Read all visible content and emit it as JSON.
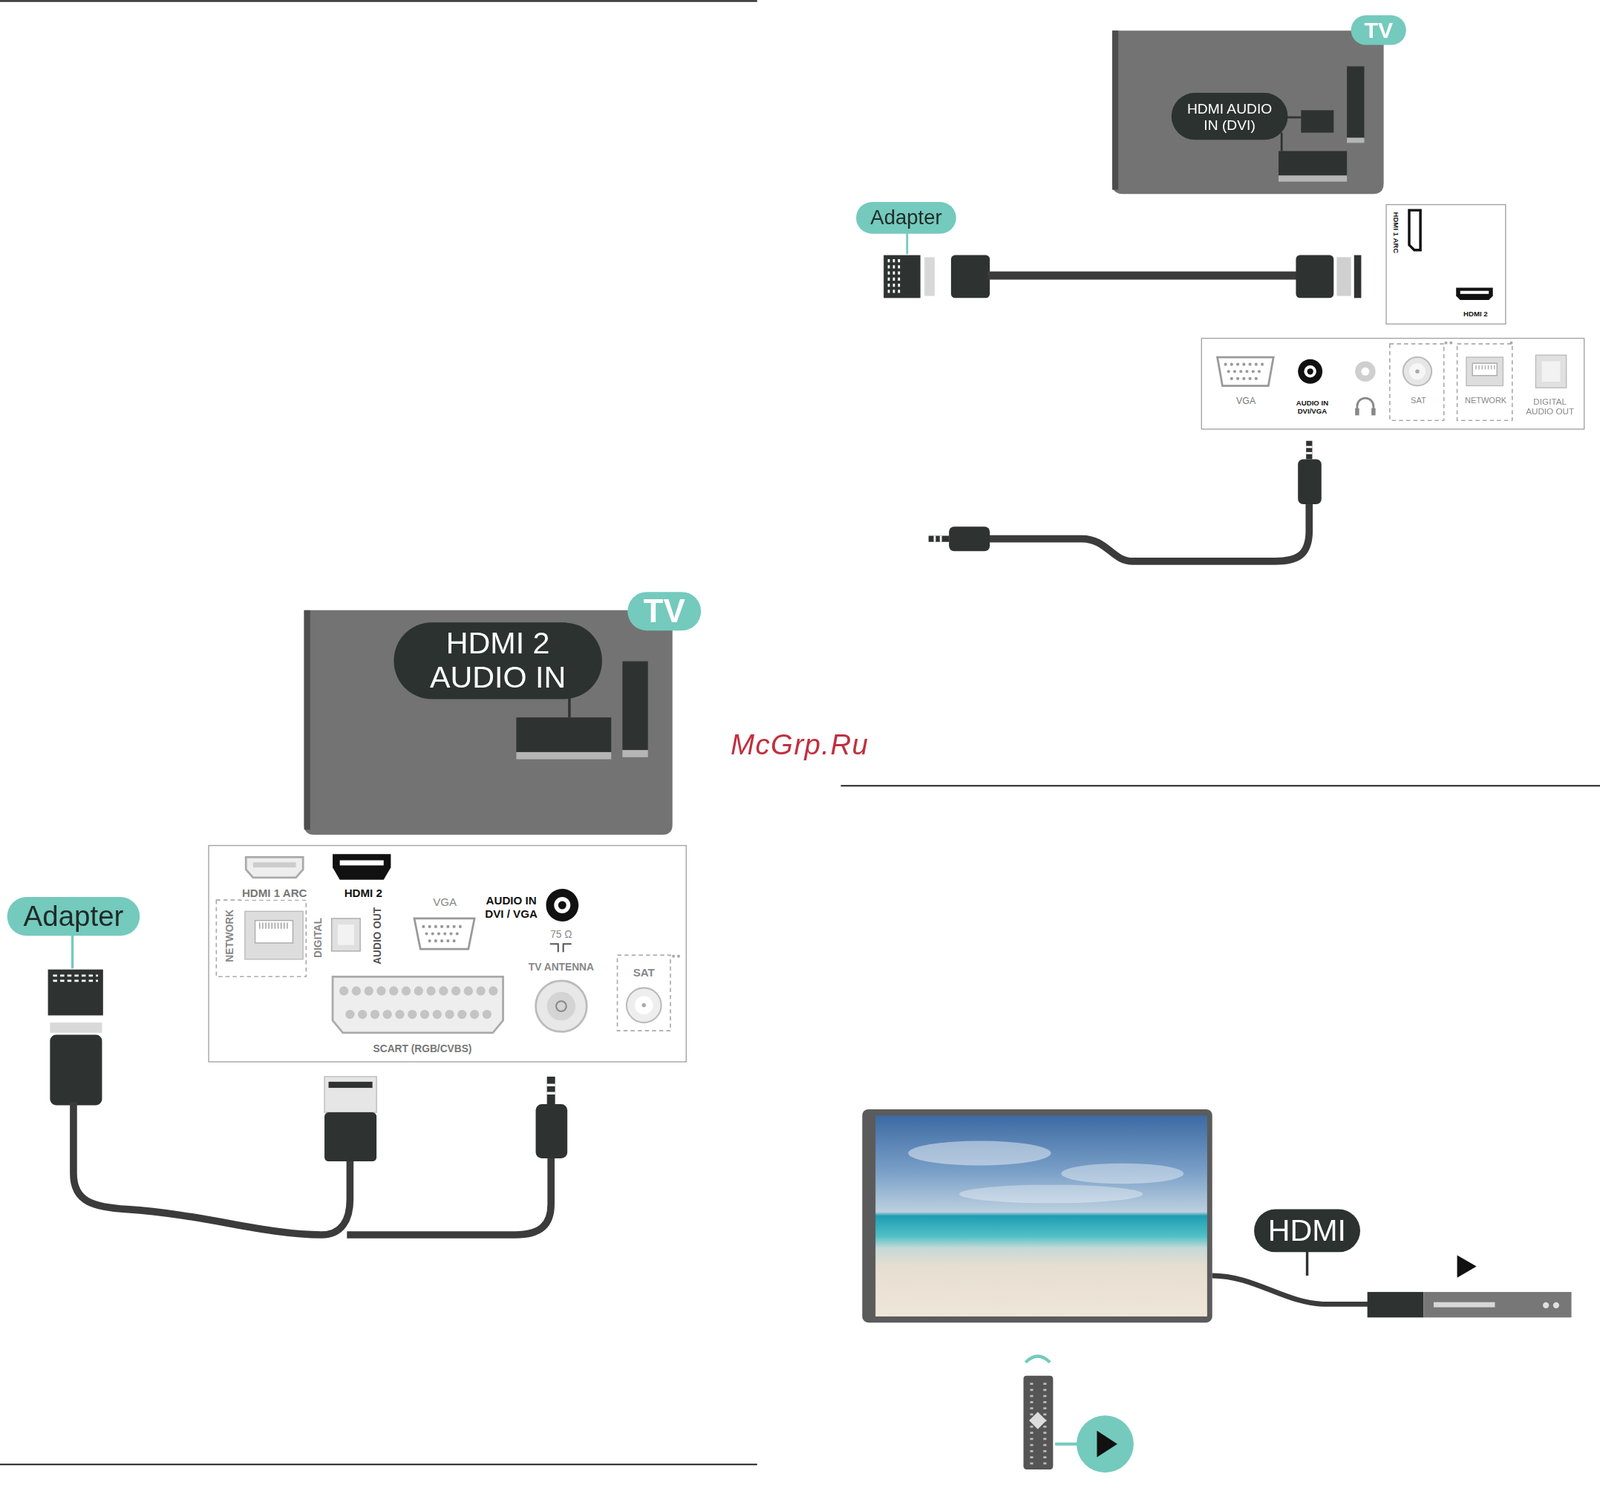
{
  "diagram": {
    "nodes": [
      {
        "text": [
          "TV"
        ]
      },
      {
        "text": [
          "HDMI AUDIO IN (DVI)"
        ]
      },
      {
        "text": [
          "Adapter"
        ]
      },
      {
        "text": [
          "HDMI 1 ARC",
          "HDMI 2"
        ]
      },
      {
        "text": [
          "VGA",
          "AUDIO IN DVI/VGA",
          "SAT",
          "NETWORK",
          "DIGITAL AUDIO OUT"
        ]
      },
      {
        "text": [
          "TV"
        ]
      },
      {
        "text": [
          "HDMI 2 AUDIO IN"
        ]
      },
      {
        "text": [
          "Adapter"
        ]
      },
      {
        "text": [
          "HDMI 1 ARC",
          "HDMI 2",
          "NETWORK",
          "DIGITAL",
          "AUDIO OUT",
          "VGA",
          "AUDIO IN DVI / VGA",
          "75 Ω",
          "TV ANTENNA",
          "SAT",
          "SCART (RGB/CVBS)"
        ]
      },
      {
        "text": [
          "HDMI"
        ]
      }
    ],
    "labels": [
      "McGrp.Ru"
    ]
  }
}
